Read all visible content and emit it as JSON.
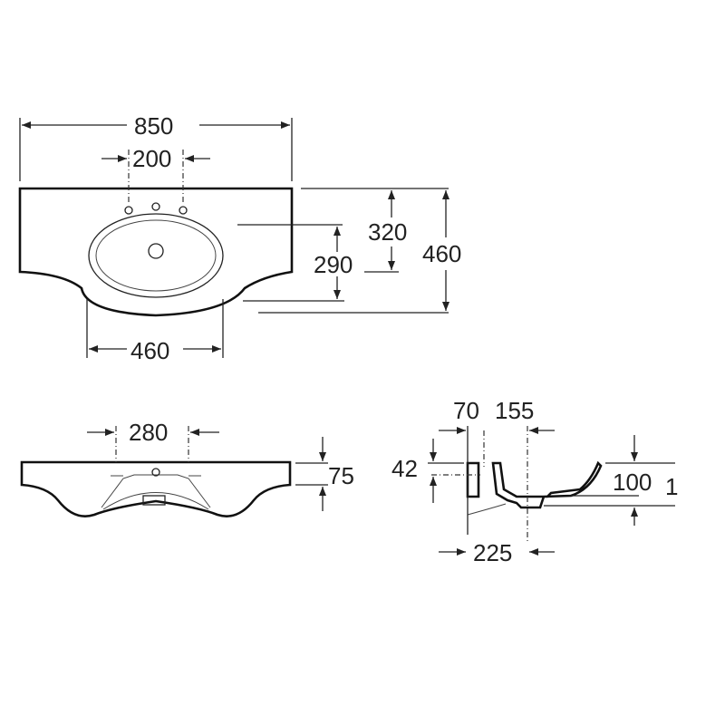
{
  "title": "Washbasin dimension drawing",
  "top_view": {
    "width_total": "850",
    "tap_holes_spacing": "200",
    "depth_to_drain": "320",
    "basin_depth": "290",
    "depth_total": "460",
    "bowl_width": "460"
  },
  "front_view": {
    "fixing_spacing": "280",
    "rim_height": "75"
  },
  "side_view": {
    "dim_70": "70",
    "dim_155": "155",
    "dim_42": "42",
    "dim_100": "100",
    "dim_1": "1",
    "dim_225": "225"
  }
}
